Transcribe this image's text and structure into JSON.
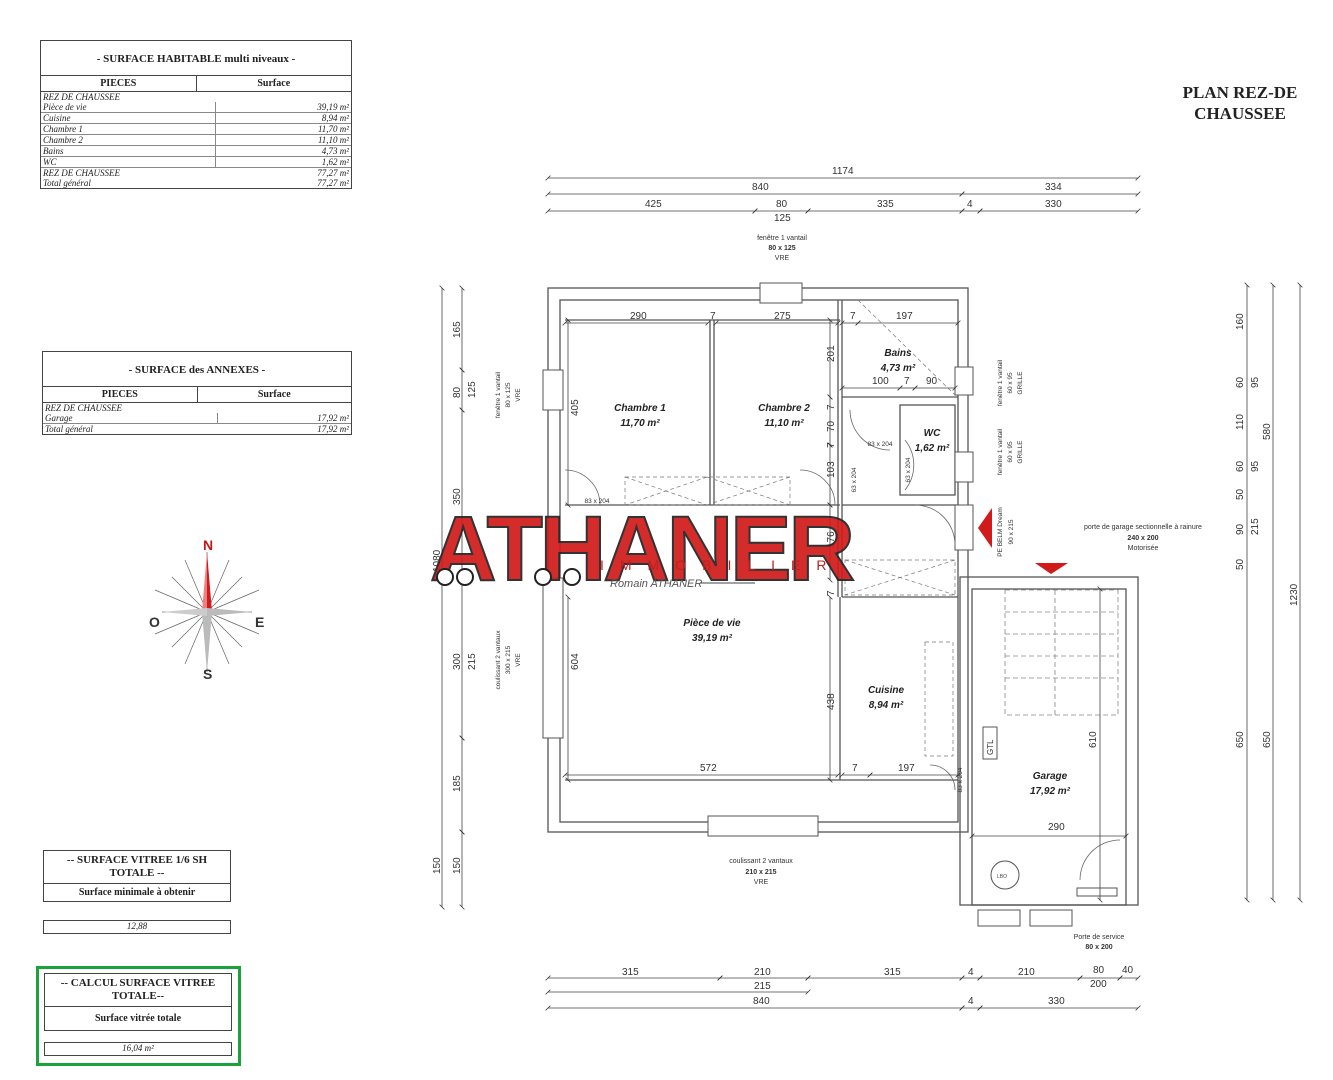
{
  "plan_title": [
    "PLAN REZ-DE",
    "CHAUSSEE"
  ],
  "habitable_table": {
    "title": "- SURFACE HABITABLE  multi niveaux -",
    "col_pieces": "PIECES",
    "col_surface": "Surface",
    "section": "REZ DE CHAUSSEE",
    "rows": [
      {
        "name": "Pièce de vie",
        "value": "39,19 m²"
      },
      {
        "name": "Cuisine",
        "value": "8,94 m²"
      },
      {
        "name": "Chambre 1",
        "value": "11,70 m²"
      },
      {
        "name": "Chambre 2",
        "value": "11,10 m²"
      },
      {
        "name": "Bains",
        "value": "4,73 m²"
      },
      {
        "name": "WC",
        "value": "1,62 m²"
      }
    ],
    "subtotal": {
      "name": "REZ DE CHAUSSEE",
      "value": "77,27 m²"
    },
    "total": {
      "name": "Total général",
      "value": "77,27 m²"
    }
  },
  "annexes_table": {
    "title": "- SURFACE des ANNEXES -",
    "col_pieces": "PIECES",
    "col_surface": "Surface",
    "section": "REZ DE CHAUSSEE",
    "rows": [
      {
        "name": "Garage",
        "value": "17,92 m²"
      }
    ],
    "total": {
      "name": "Total général",
      "value": "17,92 m²"
    }
  },
  "vitree_min": {
    "title_1": "-- SURFACE VITREE 1/6 SH",
    "title_2": "TOTALE --",
    "subtitle": "Surface minimale à obtenir",
    "value": "12,88"
  },
  "vitree_calc": {
    "title_1": "-- CALCUL SURFACE VITREE",
    "title_2": "TOTALE--",
    "subtitle": "Surface vitrée totale",
    "value": "16,04 m²"
  },
  "compass": {
    "n": "N",
    "s": "S",
    "e": "E",
    "o": "O"
  },
  "colors": {
    "watermark_red": "#d11a1a",
    "frame_green": "#1aa33a",
    "wall": "#555555"
  },
  "watermark": {
    "brand": "ATHANER",
    "sub": "IMMOBILIER",
    "person": "Romain ATHANER"
  },
  "rooms": {
    "chambre1": {
      "name": "Chambre 1",
      "area": "11,70 m²"
    },
    "chambre2": {
      "name": "Chambre 2",
      "area": "11,10 m²"
    },
    "bains": {
      "name": "Bains",
      "area": "4,73 m²"
    },
    "wc": {
      "name": "WC",
      "area": "1,62 m²"
    },
    "piece_vie": {
      "name": "Pièce de vie",
      "area": "39,19 m²"
    },
    "cuisine": {
      "name": "Cuisine",
      "area": "8,94 m²"
    },
    "garage": {
      "name": "Garage",
      "area": "17,92 m²"
    }
  },
  "openings": {
    "top_window": [
      "fenêtre 1 vantail",
      "80 x 125",
      "VRE"
    ],
    "left_window": [
      "fenêtre 1 vantail",
      "80 x 125",
      "VRE"
    ],
    "left_slider": [
      "coulissant 2 vantaux",
      "300 x 215",
      "VRE"
    ],
    "bottom_slider": [
      "coulissant 2 vantaux",
      "210 x 215",
      "VRE"
    ],
    "right_win_1": [
      "fenêtre 1 vantail",
      "60 x 95",
      "GRILLE"
    ],
    "right_win_2": [
      "fenêtre 1 vantail",
      "60 x 95",
      "GRILLE"
    ],
    "entry_door": [
      "PE BELM Dream",
      "90 x 215"
    ],
    "garage_door": [
      "porte de garage sectionnelle à rainure",
      "240 x 200",
      "Motorisée"
    ],
    "service_door": [
      "Porte de service",
      "80 x 200"
    ],
    "door_83": "83 x 204",
    "door_83b": "83 x 204",
    "door_83c": "83 x 204",
    "door_63": "63 x 204",
    "door_63b": "63 x 204",
    "door_83x": "83 x 204"
  },
  "dims": {
    "top_1174": "1174",
    "top_840": "840",
    "top_334": "334",
    "top_425": "425",
    "top_80": "80",
    "top_125": "125",
    "top_335": "335",
    "top_4": "4",
    "top_330": "330",
    "in_290": "290",
    "in_7a": "7",
    "in_275": "275",
    "in_7b": "7",
    "in_197": "197",
    "in_100": "100",
    "in_7c": "7",
    "in_90": "90",
    "in_572": "572",
    "in_7d": "7",
    "in_197b": "197",
    "in_290g": "290",
    "v_201": "201",
    "v_7": "7",
    "v_70": "70",
    "v_7b": "7",
    "v_103": "103",
    "v_176": "176",
    "v_7c": "7",
    "v_405": "405",
    "v_604": "604",
    "v_438": "438",
    "v_610": "610",
    "left_165": "165",
    "left_80": "80",
    "left_125": "125",
    "left_350": "350",
    "left_1080": "1080",
    "left_300": "300",
    "left_215": "215",
    "left_185": "185",
    "left_150a": "150",
    "left_150b": "150",
    "right_160": "160",
    "right_60": "60",
    "right_95": "95",
    "right_110": "110",
    "right_60b": "60",
    "right_95b": "95",
    "right_50": "50",
    "right_90": "90",
    "right_215": "215",
    "right_50b": "50",
    "right_580": "580",
    "right_650": "650",
    "right_650b": "650",
    "right_1230": "1230",
    "bot_315": "315",
    "bot_210": "210",
    "bot_215": "215",
    "bot_315b": "315",
    "bot_4": "4",
    "bot_210b": "210",
    "bot_80": "80",
    "bot_40": "40",
    "bot_200": "200",
    "bot_840": "840",
    "bot_4b": "4",
    "bot_330": "330"
  },
  "labels": {
    "gtl": "GTL",
    "ballon": "LBO"
  }
}
